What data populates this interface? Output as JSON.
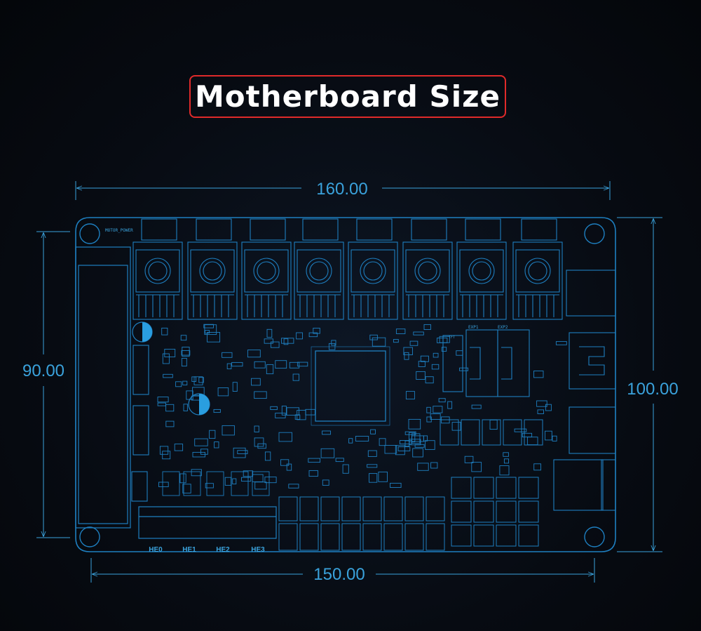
{
  "title": "Motherboard Size",
  "dimensions": {
    "top_width": "160.00",
    "bottom_width": "150.00",
    "left_height": "90.00",
    "right_height": "100.00"
  },
  "heater_labels": [
    "HE0",
    "HE1",
    "HE2",
    "HE3"
  ],
  "silkscreen": {
    "motor_power": "MOTOR_POWER",
    "exp1": "EXP1",
    "exp2": "EXP2",
    "tft": "TFT"
  },
  "colors": {
    "line": "#1e7fc0",
    "text": "#3aa2dc",
    "title_border": "#e02a2a",
    "capacitor_fill": "#2a9ee0"
  }
}
